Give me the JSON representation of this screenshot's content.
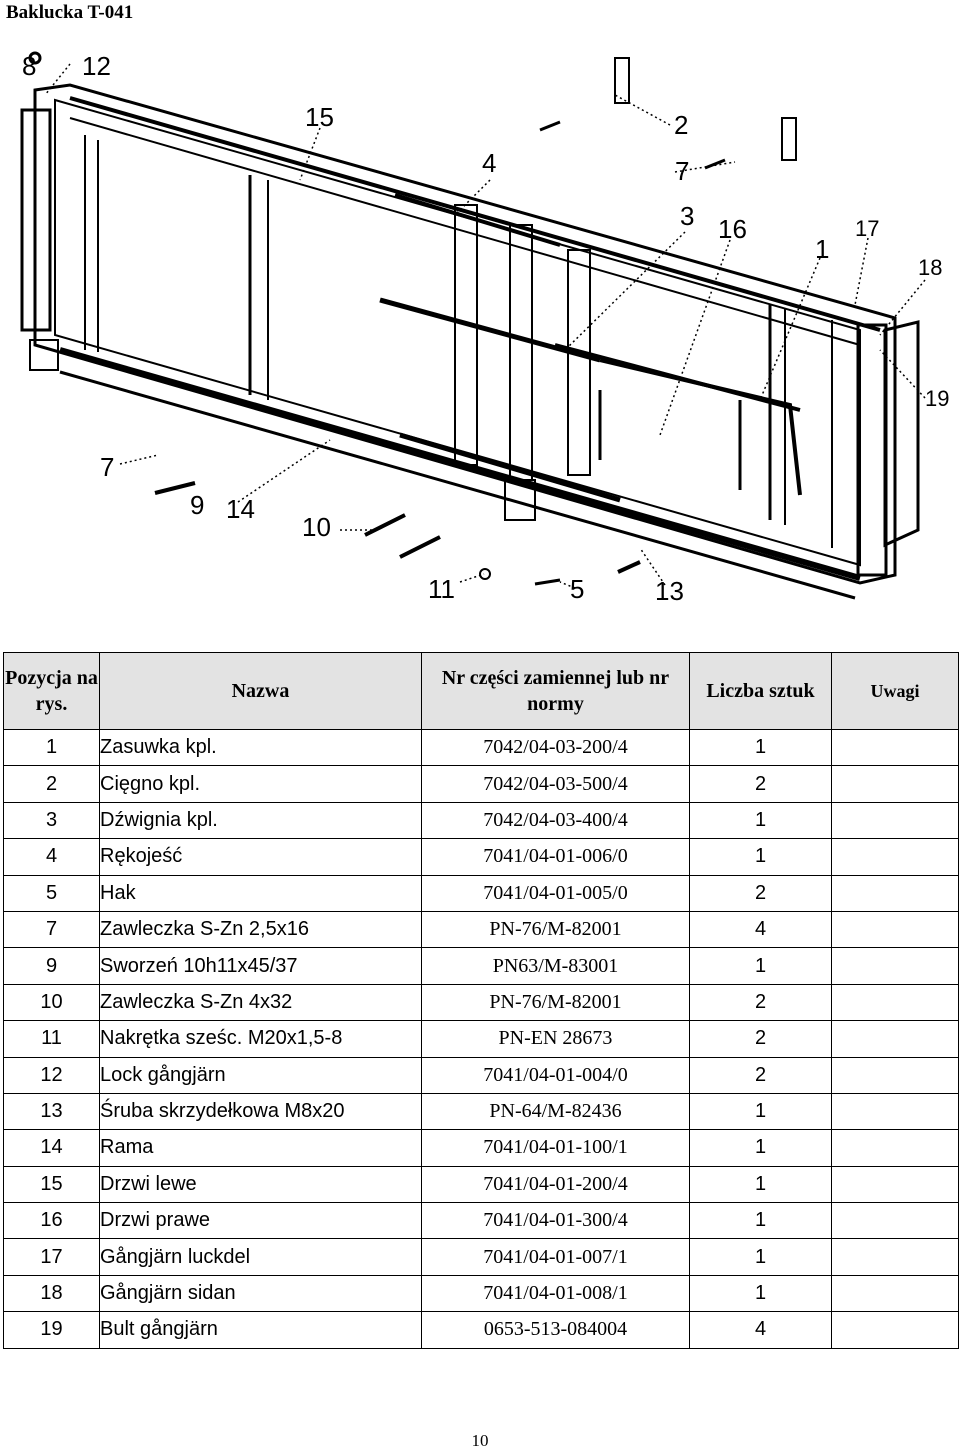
{
  "title": "Baklucka T-041",
  "drawing_labels": [
    "8",
    "12",
    "15",
    "2",
    "7",
    "4",
    "3",
    "16",
    "1",
    "17",
    "18",
    "19",
    "7",
    "9",
    "14",
    "10",
    "11",
    "5",
    "13"
  ],
  "table": {
    "headers": {
      "pos": "Pozycja na rys.",
      "name": "Nazwa",
      "part_no": "Nr części zamiennej lub nr normy",
      "qty": "Liczba sztuk",
      "notes": "Uwagi"
    },
    "rows": [
      {
        "pos": "1",
        "name": "Zasuwka kpl.",
        "part_no": "7042/04-03-200/4",
        "qty": "1",
        "notes": ""
      },
      {
        "pos": "2",
        "name": "Cięgno kpl.",
        "part_no": "7042/04-03-500/4",
        "qty": "2",
        "notes": ""
      },
      {
        "pos": "3",
        "name": "Dźwignia kpl.",
        "part_no": "7042/04-03-400/4",
        "qty": "1",
        "notes": ""
      },
      {
        "pos": "4",
        "name": "Rękojeść",
        "part_no": "7041/04-01-006/0",
        "qty": "1",
        "notes": ""
      },
      {
        "pos": "5",
        "name": "Hak",
        "part_no": "7041/04-01-005/0",
        "qty": "2",
        "notes": ""
      },
      {
        "pos": "7",
        "name": "Zawleczka S-Zn 2,5x16",
        "part_no": "PN-76/M-82001",
        "qty": "4",
        "notes": ""
      },
      {
        "pos": "9",
        "name": "Sworzeń 10h11x45/37",
        "part_no": "PN63/M-83001",
        "qty": "1",
        "notes": ""
      },
      {
        "pos": "10",
        "name": "Zawleczka S-Zn 4x32",
        "part_no": "PN-76/M-82001",
        "qty": "2",
        "notes": ""
      },
      {
        "pos": "11",
        "name": "Nakrętka sześc. M20x1,5-8",
        "part_no": "PN-EN 28673",
        "qty": "2",
        "notes": ""
      },
      {
        "pos": "12",
        "name": "Lock gångjärn",
        "part_no": "7041/04-01-004/0",
        "qty": "2",
        "notes": ""
      },
      {
        "pos": "13",
        "name": "Śruba skrzydełkowa M8x20",
        "part_no": "PN-64/M-82436",
        "qty": "1",
        "notes": ""
      },
      {
        "pos": "14",
        "name": "Rama",
        "part_no": "7041/04-01-100/1",
        "qty": "1",
        "notes": ""
      },
      {
        "pos": "15",
        "name": "Drzwi lewe",
        "part_no": "7041/04-01-200/4",
        "qty": "1",
        "notes": ""
      },
      {
        "pos": "16",
        "name": "Drzwi prawe",
        "part_no": "7041/04-01-300/4",
        "qty": "1",
        "notes": ""
      },
      {
        "pos": "17",
        "name": "Gångjärn luckdel",
        "part_no": "7041/04-01-007/1",
        "qty": "1",
        "notes": ""
      },
      {
        "pos": "18",
        "name": "Gångjärn sidan",
        "part_no": "7041/04-01-008/1",
        "qty": "1",
        "notes": ""
      },
      {
        "pos": "19",
        "name": "Bult gångjärn",
        "part_no": "0653-513-084004",
        "qty": "4",
        "notes": ""
      }
    ]
  },
  "page_number": "10"
}
